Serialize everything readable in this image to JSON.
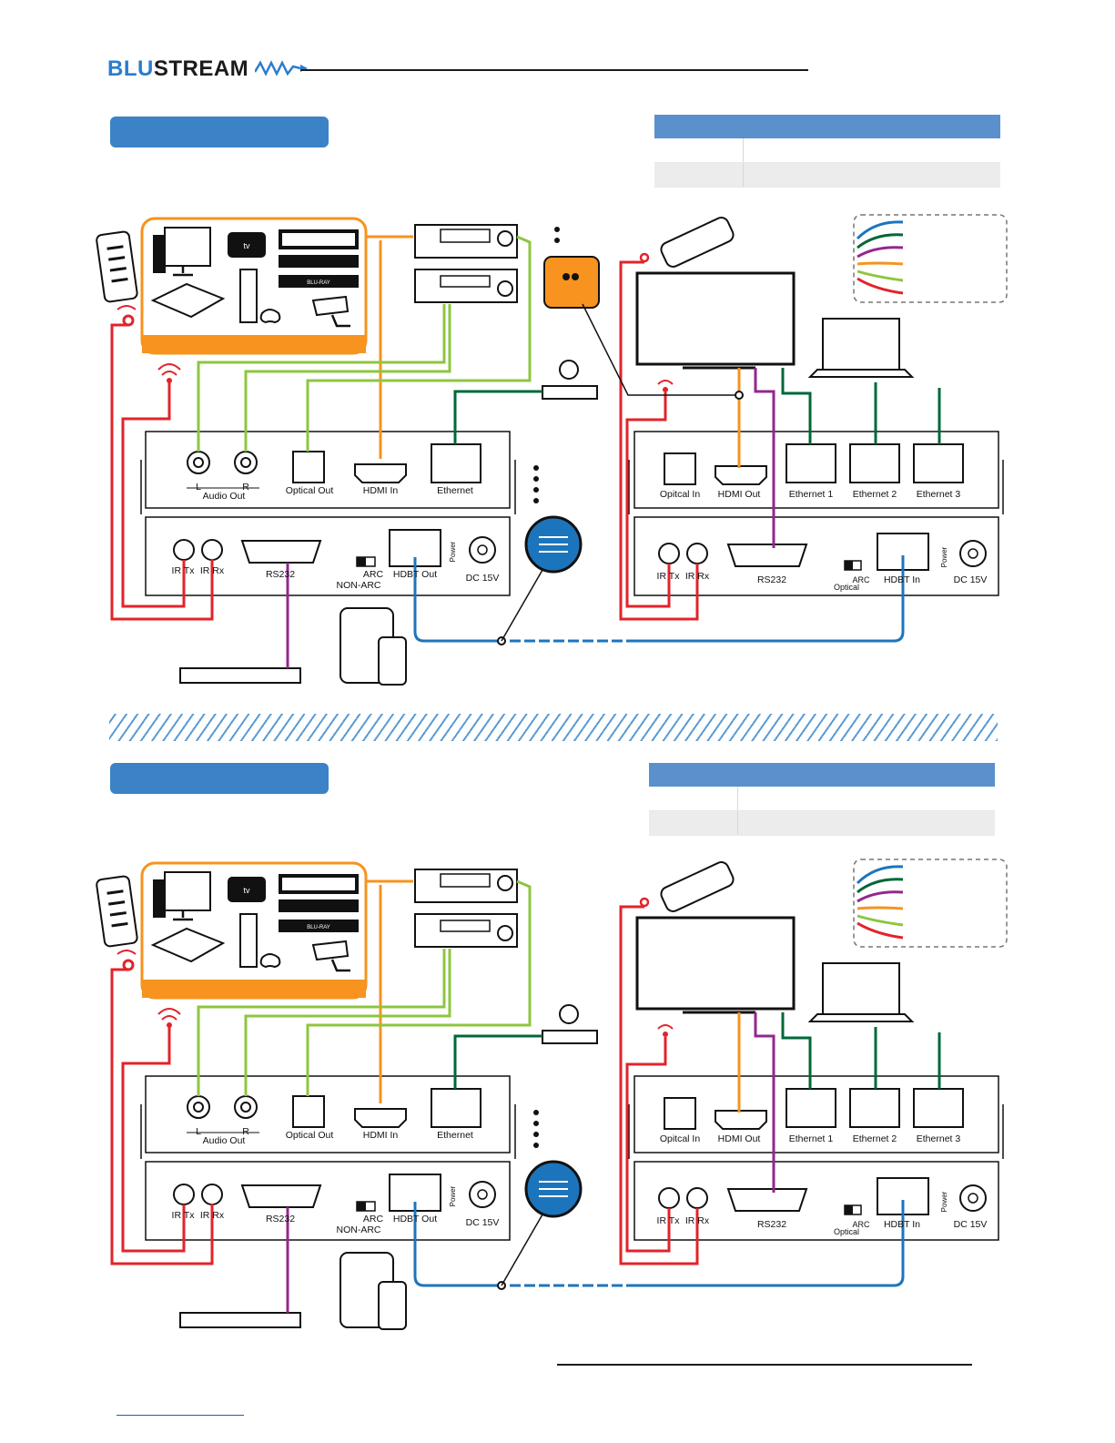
{
  "brand": {
    "prefix": "BLU",
    "suffix": "STREAM"
  },
  "colors": {
    "accent": "#3b82c6",
    "ir": "#e2232a",
    "audio": "#8dc63f",
    "hdmi": "#f7931e",
    "ethernet": "#006837",
    "rs232": "#93278f",
    "hdbt": "#1c75bc"
  },
  "transmitter": {
    "audio_left": "L",
    "audio_right": "R",
    "audio_out": "Audio Out",
    "optical_out": "Optical Out",
    "hdmi_in": "HDMI In",
    "ethernet": "Ethernet",
    "ir_tx": "IR Tx",
    "ir_rx": "IR Rx",
    "rs232": "RS232",
    "arc": "ARC",
    "non_arc": "NON-ARC",
    "hdbt_out": "HDBT Out",
    "power": "Power",
    "dc": "DC 15V"
  },
  "receiver": {
    "optical_in": "Opitcal In",
    "hdmi_out": "HDMI Out",
    "ethernet_1": "Ethernet 1",
    "ethernet_2": "Ethernet 2",
    "ethernet_3": "Ethernet 3",
    "ir_tx": "IR Tx",
    "ir_rx": "IR Rx",
    "rs232": "RS232",
    "arc": "ARC",
    "optical": "Optical",
    "hdbt_in": "HDBT In",
    "power": "Power",
    "dc": "DC 15V"
  },
  "devices": {
    "atv": "tv",
    "bluray": "BLU-RAY"
  }
}
